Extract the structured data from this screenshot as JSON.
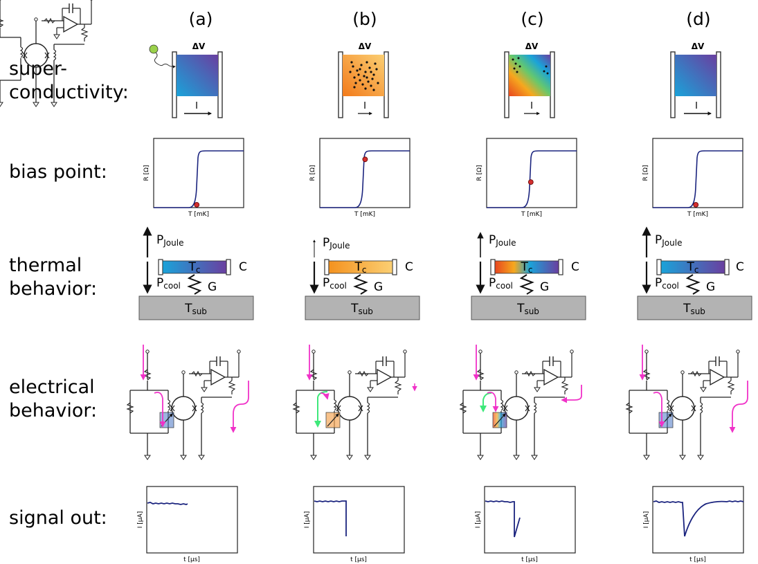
{
  "columns": [
    {
      "label": "(a)",
      "state": "quiescent"
    },
    {
      "label": "(b)",
      "state": "photon-absorbed"
    },
    {
      "label": "(c)",
      "state": "recovering"
    },
    {
      "label": "(d)",
      "state": "recovered"
    }
  ],
  "row_labels": {
    "superconductivity": [
      "super-",
      "conductivity:"
    ],
    "bias_point": [
      "bias point:"
    ],
    "thermal": [
      "thermal",
      "behavior:"
    ],
    "electrical": [
      "electrical",
      "behavior:"
    ],
    "signal": [
      "signal out:"
    ]
  },
  "superconductivity": {
    "voltage_label": "ΔV",
    "current_label": "I"
  },
  "bias_point": {
    "xlabel": "T [mK]",
    "ylabel": "R [Ω]",
    "bias_fraction": [
      0.05,
      0.85,
      0.45,
      0.05
    ]
  },
  "thermal": {
    "joule_label": "P",
    "joule_sub": "Joule",
    "cool_label": "P",
    "cool_sub": "cool",
    "tc_label": "T",
    "tc_sub": "c",
    "c_label": "C",
    "g_label": "G",
    "sub_label": "T",
    "sub_sub": "sub"
  },
  "signal": {
    "xlabel": "t [µs]",
    "ylabel": "I [µA]"
  },
  "colors": {
    "curve": "#1a237e",
    "bias_dot": "#d32f2f",
    "current_arrow": "#f032c8",
    "green_arrow": "#3ee87a",
    "substrate": "#b3b3b3",
    "cold_start": "#1aa3d9",
    "cold_end": "#6a3fa0",
    "hot_start": "#f7931e",
    "hot_end": "#fbcf73"
  }
}
